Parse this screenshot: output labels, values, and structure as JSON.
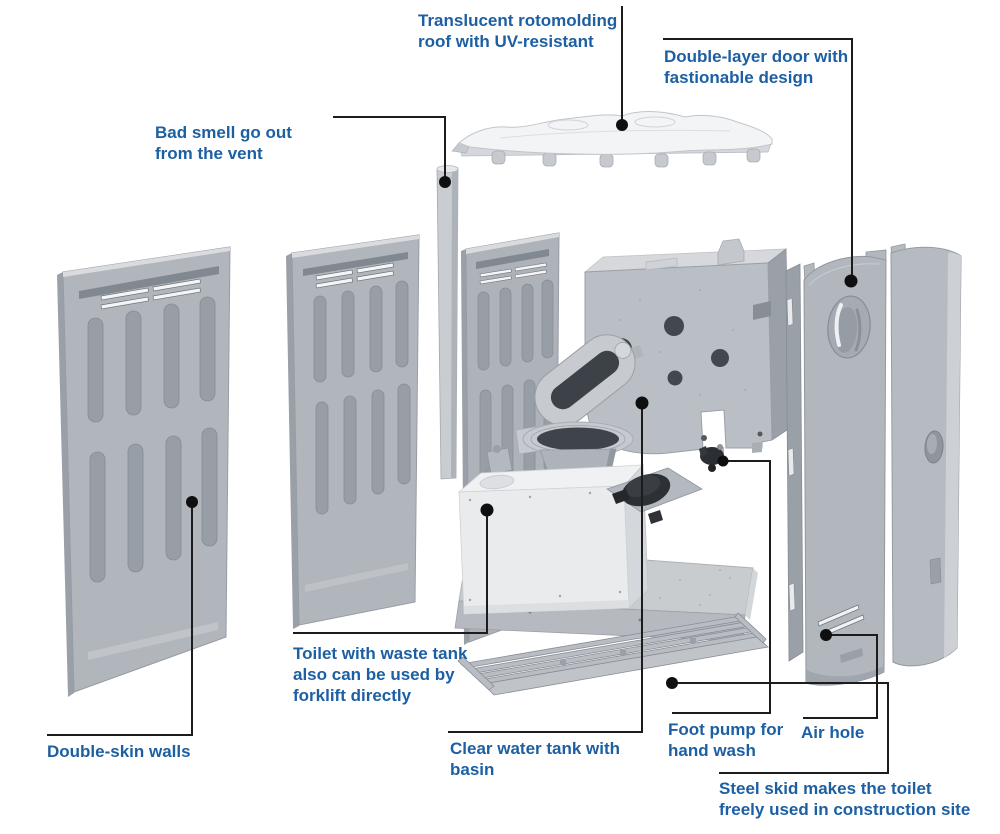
{
  "diagram": {
    "labels": {
      "roof": "Translucent rotomolding\nroof with UV-resistant",
      "door": "Double-layer door with\nfastionable design",
      "vent": "Bad smell go out\nfrom the vent",
      "walls": "Double-skin walls",
      "toilet": "Toilet with waste tank\nalso can be used by\nforklift directly",
      "water_tank": "Clear water tank with\nbasin",
      "foot_pump": "Foot pump for\nhand wash",
      "air_hole": "Air hole",
      "steel_skid": "Steel skid makes the toilet\nfreely used in construction site"
    },
    "style": {
      "label_color": "#1d5fa3",
      "leader_line_color": "#1c1c1c",
      "leader_dot_color": "#0f0f0f",
      "background": "#ffffff",
      "part_grey": "#b1b6bd",
      "part_grey_dark": "#9aa0a8",
      "part_grey_light": "#d6d8dc",
      "roof_white": "#f3f4f6"
    }
  }
}
